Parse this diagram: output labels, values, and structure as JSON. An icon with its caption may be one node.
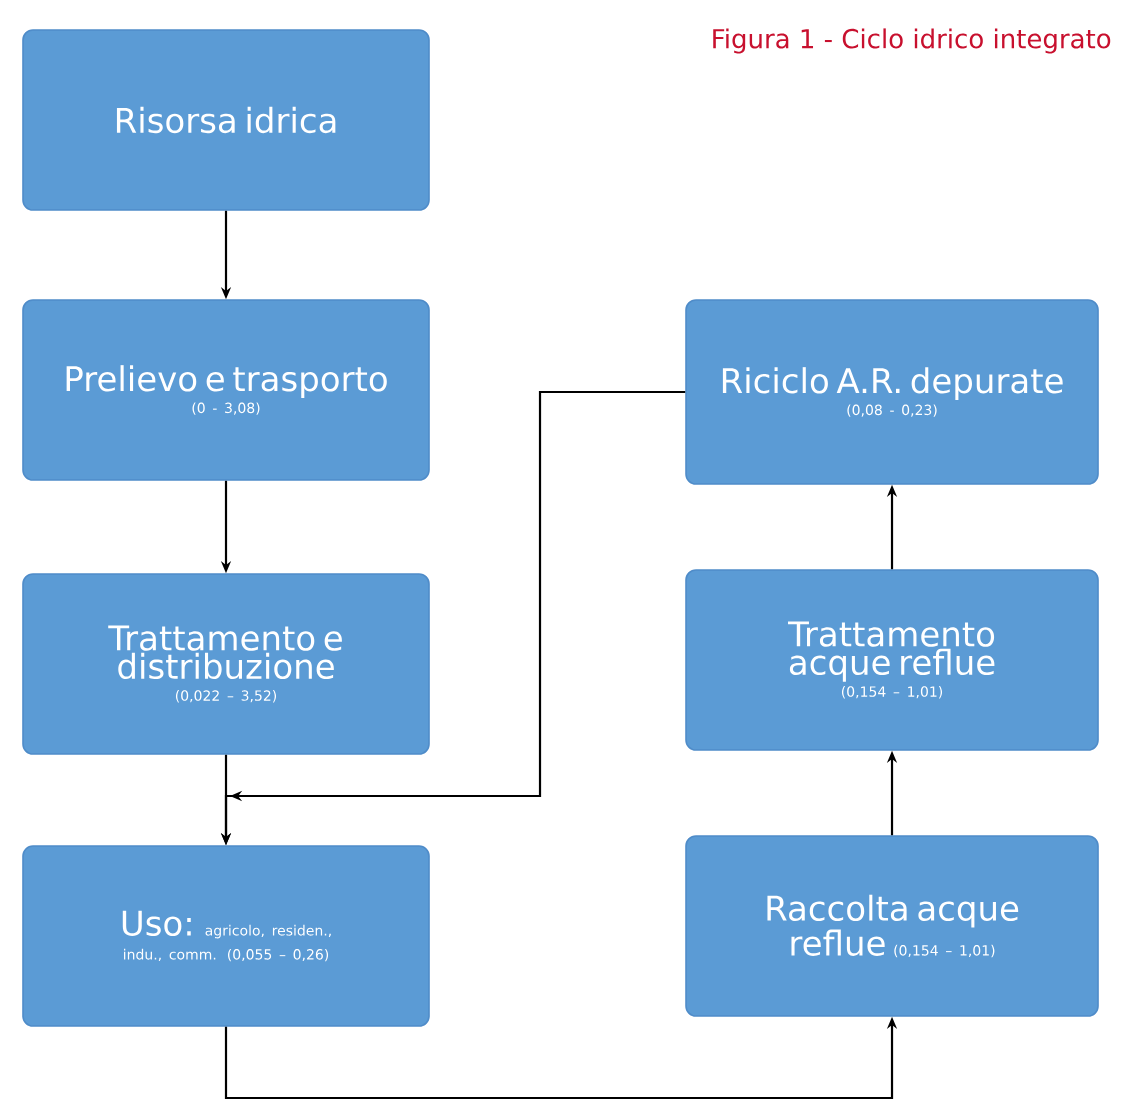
{
  "diagram": {
    "title": "Figura 1 - Ciclo idrico integrato",
    "nodes": [
      {
        "text": [
          "Risorsa idrica"
        ]
      },
      {
        "text": [
          "Prelievo e trasporto",
          "(0 - 3,08)"
        ]
      },
      {
        "text": [
          "Trattamento e distribuzione",
          "(0,022 – 3,52)"
        ]
      },
      {
        "text": [
          "Uso:",
          "agricolo, residen., indu., comm. (0,055 – 0,26)"
        ]
      },
      {
        "text": [
          "Riciclo A.R. depurate",
          "(0,08 - 0,23)"
        ]
      },
      {
        "text": [
          "Trattamento acque reflue",
          "(0,154 – 1,01)"
        ]
      },
      {
        "text": [
          "Raccolta acque reflue",
          "(0,154 – 1,01)"
        ]
      }
    ],
    "edges": [
      {
        "from": 0,
        "to": 1,
        "arrow": "to"
      },
      {
        "from": 1,
        "to": 2,
        "arrow": "to"
      },
      {
        "from": 2,
        "to": 3,
        "arrow": "to"
      },
      {
        "from": 4,
        "to": 3,
        "arrow": "to"
      },
      {
        "from": 3,
        "to": 6,
        "arrow": "to"
      },
      {
        "from": 6,
        "to": 5,
        "arrow": "to"
      },
      {
        "from": 5,
        "to": 4,
        "arrow": "to"
      }
    ]
  }
}
